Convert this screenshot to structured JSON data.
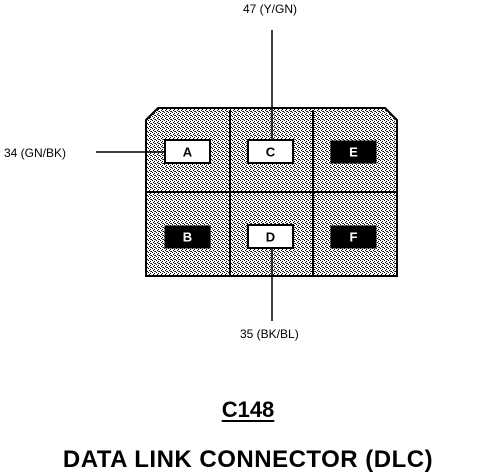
{
  "connector": {
    "id": "C148",
    "title": "DATA LINK CONNECTOR (DLC)"
  },
  "wires": {
    "top": "47 (Y/GN)",
    "left": "34 (GN/BK)",
    "bottom": "35 (BK/BL)"
  },
  "pins": {
    "A": "A",
    "C": "C",
    "E": "E",
    "B": "B",
    "D": "D",
    "F": "F"
  }
}
